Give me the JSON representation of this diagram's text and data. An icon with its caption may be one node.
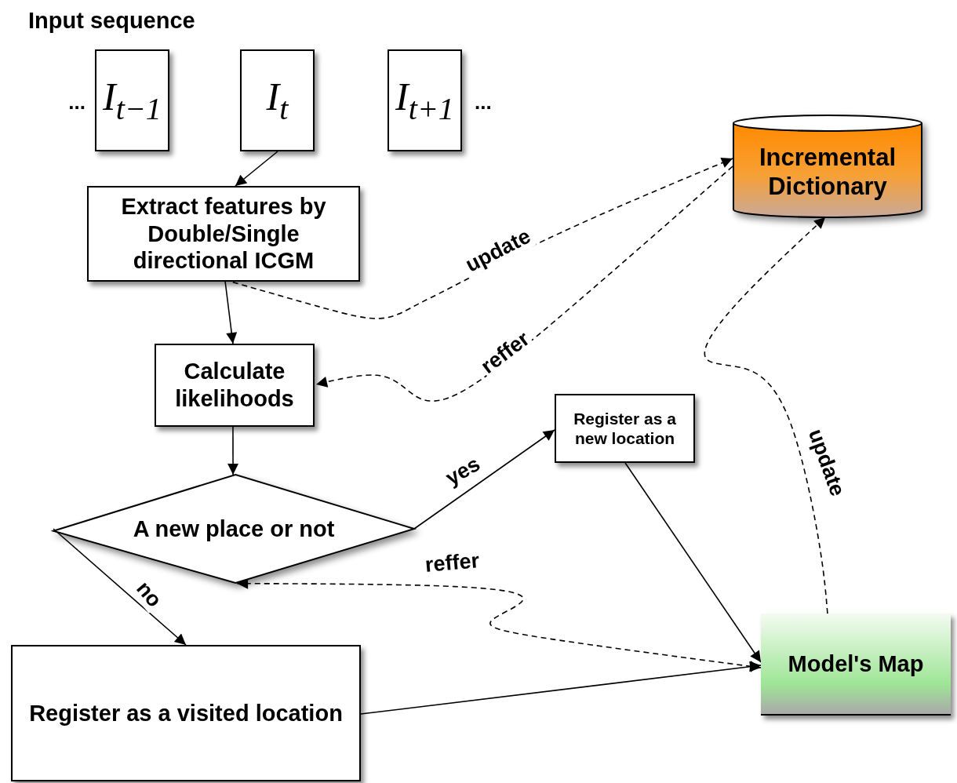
{
  "diagram": {
    "nodes": [
      {
        "text": [
          "I$_{t−1}$"
        ],
        "beside": [
          "..."
        ]
      },
      {
        "text": [
          "I$_{t}$"
        ]
      },
      {
        "text": [
          "I$_{t+1}$"
        ],
        "beside": [
          "..."
        ]
      },
      {
        "text": [
          "Incremental Dictionary"
        ]
      },
      {
        "text": [
          "Extract features by Double/Single directional ICGM"
        ]
      },
      {
        "text": [
          "Calculate likelihoods"
        ]
      },
      {
        "text": [
          "Register as a new location"
        ]
      },
      {
        "text": [
          "A new place or not"
        ]
      },
      {
        "text": [
          "Register as a visited location"
        ]
      },
      {
        "text": [
          "Model's Map"
        ]
      }
    ],
    "edges": [
      {
        "from": 1,
        "to": 4,
        "arrow": "to"
      },
      {
        "from": 4,
        "to": 5,
        "arrow": "to"
      },
      {
        "from": 4,
        "to": 3,
        "arrow": "to",
        "label": "update",
        "style": "dashed"
      },
      {
        "from": 3,
        "to": 5,
        "arrow": "to",
        "label": "reffer",
        "style": "dashed"
      },
      {
        "from": 5,
        "to": 7,
        "arrow": "to"
      },
      {
        "from": 7,
        "to": 6,
        "arrow": "to",
        "label": "yes"
      },
      {
        "from": 7,
        "to": 8,
        "arrow": "to",
        "label": "no"
      },
      {
        "from": 6,
        "to": 9,
        "arrow": "to"
      },
      {
        "from": 8,
        "to": 9,
        "arrow": "to"
      },
      {
        "from": 9,
        "to": 3,
        "arrow": "to",
        "label": "update",
        "style": "dashed"
      },
      {
        "from": 9,
        "to": 7,
        "arrow": "both",
        "label": "reffer",
        "style": "dashed"
      }
    ],
    "labels": [
      "Input sequence"
    ]
  }
}
